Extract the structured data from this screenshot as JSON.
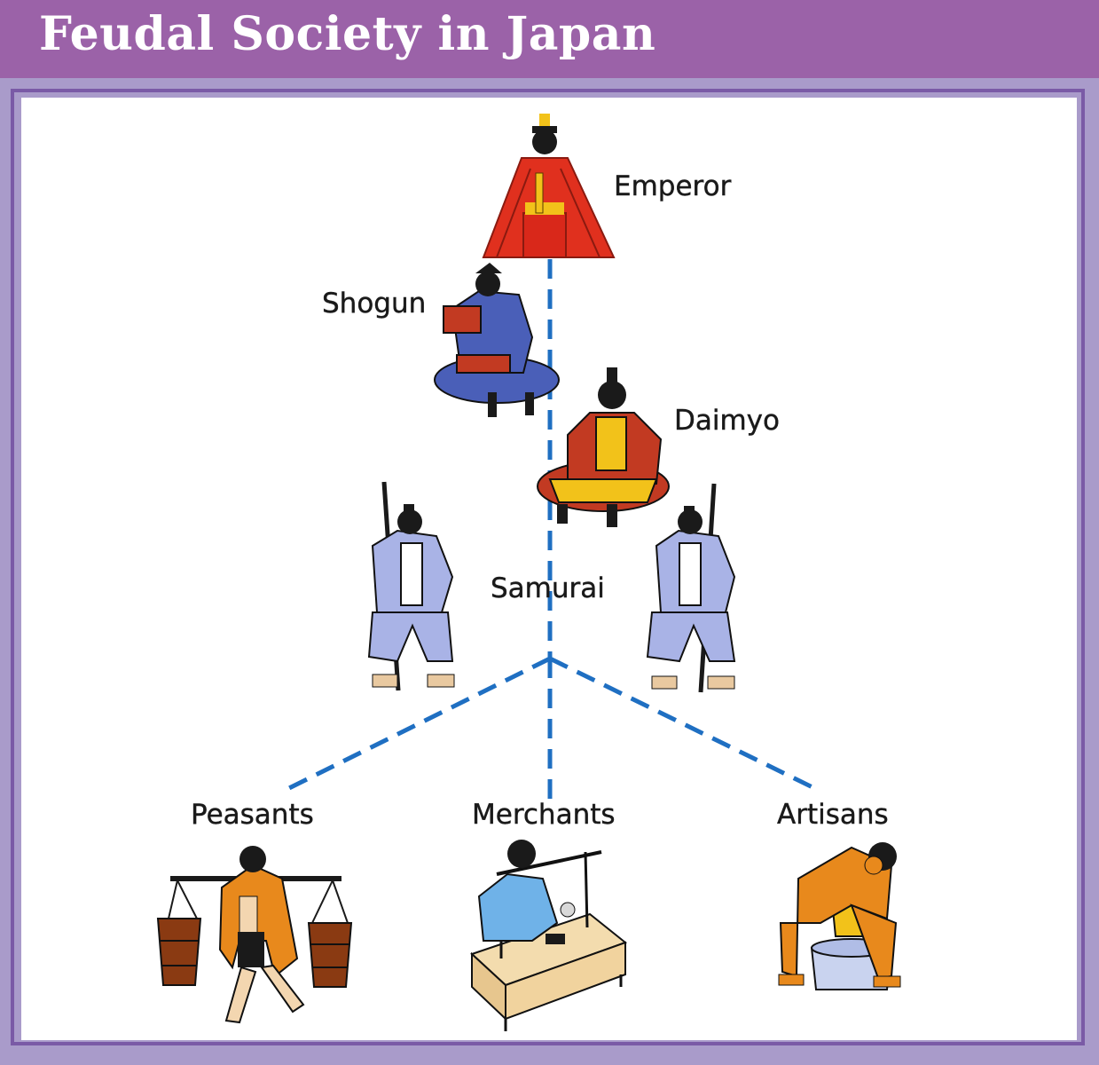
{
  "title": "Feudal Society in Japan",
  "colors": {
    "header": "#9b62a8",
    "frame": "#7a5aa6",
    "border_fill": "#a99bca",
    "connector": "#1f6fc2",
    "emperor_robe": "#e0301e",
    "shogun_robe": "#4a5fb8",
    "daimyo_robe": "#c23a22",
    "daimyo_gold": "#f2c21a",
    "samurai_robe": "#a9b3e6",
    "peasant_robe": "#e8891c",
    "merchant_robe": "#6fb2e8",
    "artisan_robe": "#e8891c",
    "table_wood": "#f3dcae",
    "bucket_wood": "#8a3a12"
  },
  "nodes": [
    {
      "id": "emperor",
      "label": "Emperor",
      "icon": "emperor-figure-icon"
    },
    {
      "id": "shogun",
      "label": "Shogun",
      "icon": "shogun-figure-icon"
    },
    {
      "id": "daimyo",
      "label": "Daimyo",
      "icon": "daimyo-figure-icon"
    },
    {
      "id": "samurai",
      "label": "Samurai",
      "icon": "samurai-figure-icon"
    },
    {
      "id": "peasants",
      "label": "Peasants",
      "icon": "peasant-figure-icon"
    },
    {
      "id": "merchants",
      "label": "Merchants",
      "icon": "merchant-figure-icon"
    },
    {
      "id": "artisans",
      "label": "Artisans",
      "icon": "artisan-figure-icon"
    }
  ],
  "edges": [
    {
      "from": "emperor",
      "to": "samurai"
    },
    {
      "from": "samurai",
      "to": "peasants"
    },
    {
      "from": "samurai",
      "to": "merchants"
    },
    {
      "from": "samurai",
      "to": "artisans"
    }
  ]
}
